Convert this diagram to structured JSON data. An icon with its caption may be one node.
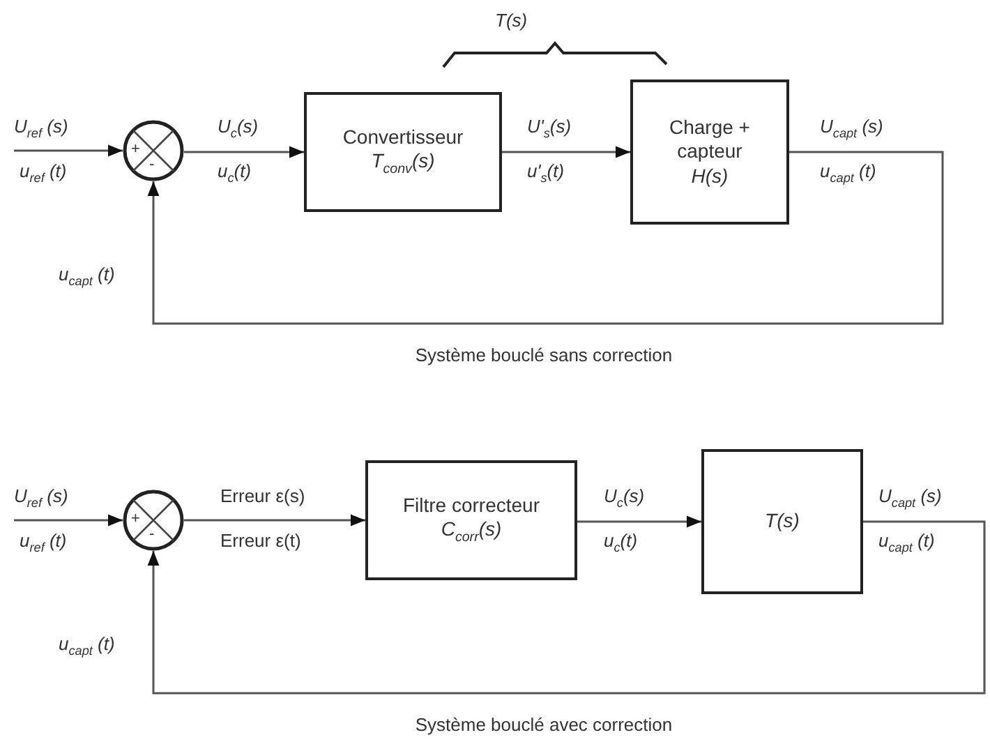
{
  "diagram": {
    "nodes": [
      {
        "text": [
          "+",
          "-"
        ]
      },
      {
        "text": [
          "Convertisseur",
          "T$_{conv}$(s)"
        ]
      },
      {
        "text": [
          "Charge + capteur",
          "H(s)"
        ]
      },
      {
        "text": [
          "+",
          "-"
        ]
      },
      {
        "text": [
          "Filtre correcteur",
          "C$_{corr}$(s)"
        ]
      },
      {
        "text": [
          "T(s)"
        ]
      }
    ],
    "edges": [
      {
        "from": null,
        "to": 0,
        "arrow": "to"
      },
      {
        "from": 0,
        "to": 1,
        "arrow": "to"
      },
      {
        "from": 1,
        "to": 2,
        "arrow": "to"
      },
      {
        "from": 2,
        "to": 0,
        "arrow": "to"
      },
      {
        "from": null,
        "to": 3,
        "arrow": "to"
      },
      {
        "from": 3,
        "to": 4,
        "arrow": "to"
      },
      {
        "from": 4,
        "to": 5,
        "arrow": "to"
      },
      {
        "from": 5,
        "to": 3,
        "arrow": "to"
      }
    ],
    "labels": [
      "T(s)",
      "U$_{ref}$ (s)",
      "u$_{ref}$ (t)",
      "U$_{c}$(s)",
      "u$_{c}$(t)",
      "U'$_{s}$(s)",
      "u'$_{s}$(t)",
      "U$_{capt}$ (s)",
      "u$_{capt}$ (t)",
      "u$_{capt}$ (t)",
      "Système bouclé sans correction",
      "U$_{ref}$ (s)",
      "u$_{ref}$ (t)",
      "Erreur ε(s)",
      "Erreur ε(t)",
      "U$_{c}$(s)",
      "u$_{c}$(t)",
      "U$_{capt}$ (s)",
      "u$_{capt}$ (t)",
      "u$_{capt}$ (t)",
      "Système bouclé avec correction"
    ]
  }
}
